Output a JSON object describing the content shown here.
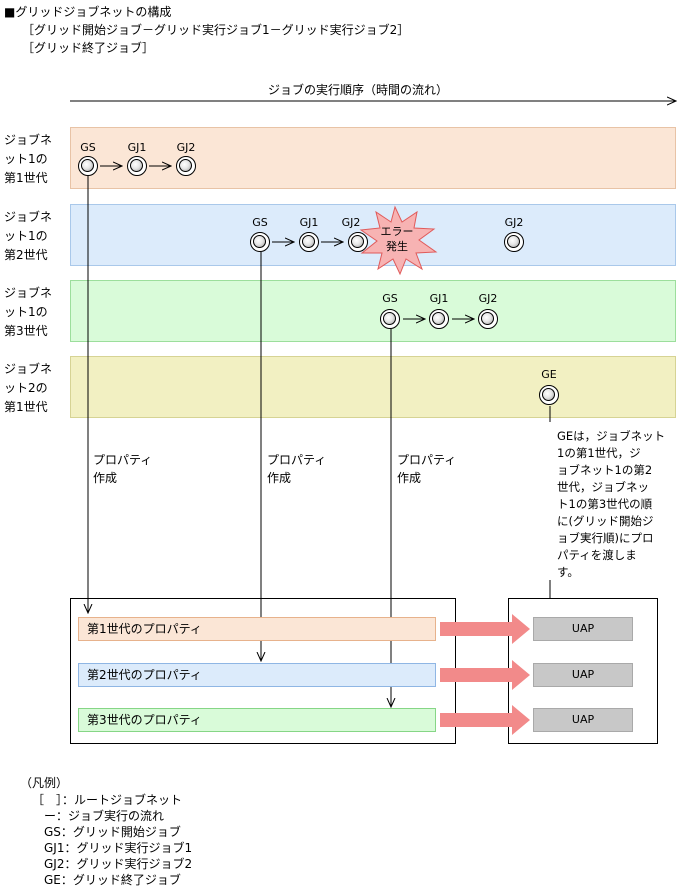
{
  "header": {
    "title": "■グリッドジョブネットの構成",
    "root_line1": "［グリッド開始ジョブ－グリッド実行ジョブ1－グリッド実行ジョブ2］",
    "root_line2": "［グリッド終了ジョブ］"
  },
  "timeline_label": "ジョブの実行順序（時間の流れ）",
  "rows": [
    {
      "label": "ジョブネ\nット1の\n第1世代",
      "color": "#fbe6d6"
    },
    {
      "label": "ジョブネ\nット1の\n第2世代",
      "color": "#dcebfb"
    },
    {
      "label": "ジョブネ\nット1の\n第3世代",
      "color": "#d9fbd9"
    },
    {
      "label": "ジョブネ\nット2の\n第1世代",
      "color": "#f2f0c2"
    }
  ],
  "nodes": {
    "gs": "GS",
    "gj1": "GJ1",
    "gj2": "GJ2",
    "ge": "GE"
  },
  "error_burst": "エラー\n発生",
  "property_create": "プロパティ\n作成",
  "ge_note": "GEは，ジョブネット\n1の第1世代，ジ\nョブネット1の第2\n世代，ジョブネッ\nト1の第3世代の順\nに(グリッド開始ジ\nョブ実行順)にプロ\nパティを渡しま\nす。",
  "properties": [
    {
      "label": "第1世代のプロパティ",
      "color": "#fbe6d6",
      "border": "#e7b28c"
    },
    {
      "label": "第2世代のプロパティ",
      "color": "#dcebfb",
      "border": "#8fb6e4"
    },
    {
      "label": "第3世代のプロパティ",
      "color": "#d9fbd9",
      "border": "#86d686"
    }
  ],
  "uap_label": "UAP",
  "colors": {
    "flow_arrow": "#f28a8a",
    "burst_fill": "#f7b3b3",
    "burst_stroke": "#e05a5a"
  },
  "legend": {
    "title": "（凡例）",
    "items": [
      "［　］：ルートジョブネット",
      "　ー：ジョブ実行の流れ",
      "　GS：グリッド開始ジョブ",
      "　GJ1：グリッド実行ジョブ1",
      "　GJ2：グリッド実行ジョブ2",
      "　GE：グリッド終了ジョブ"
    ]
  }
}
